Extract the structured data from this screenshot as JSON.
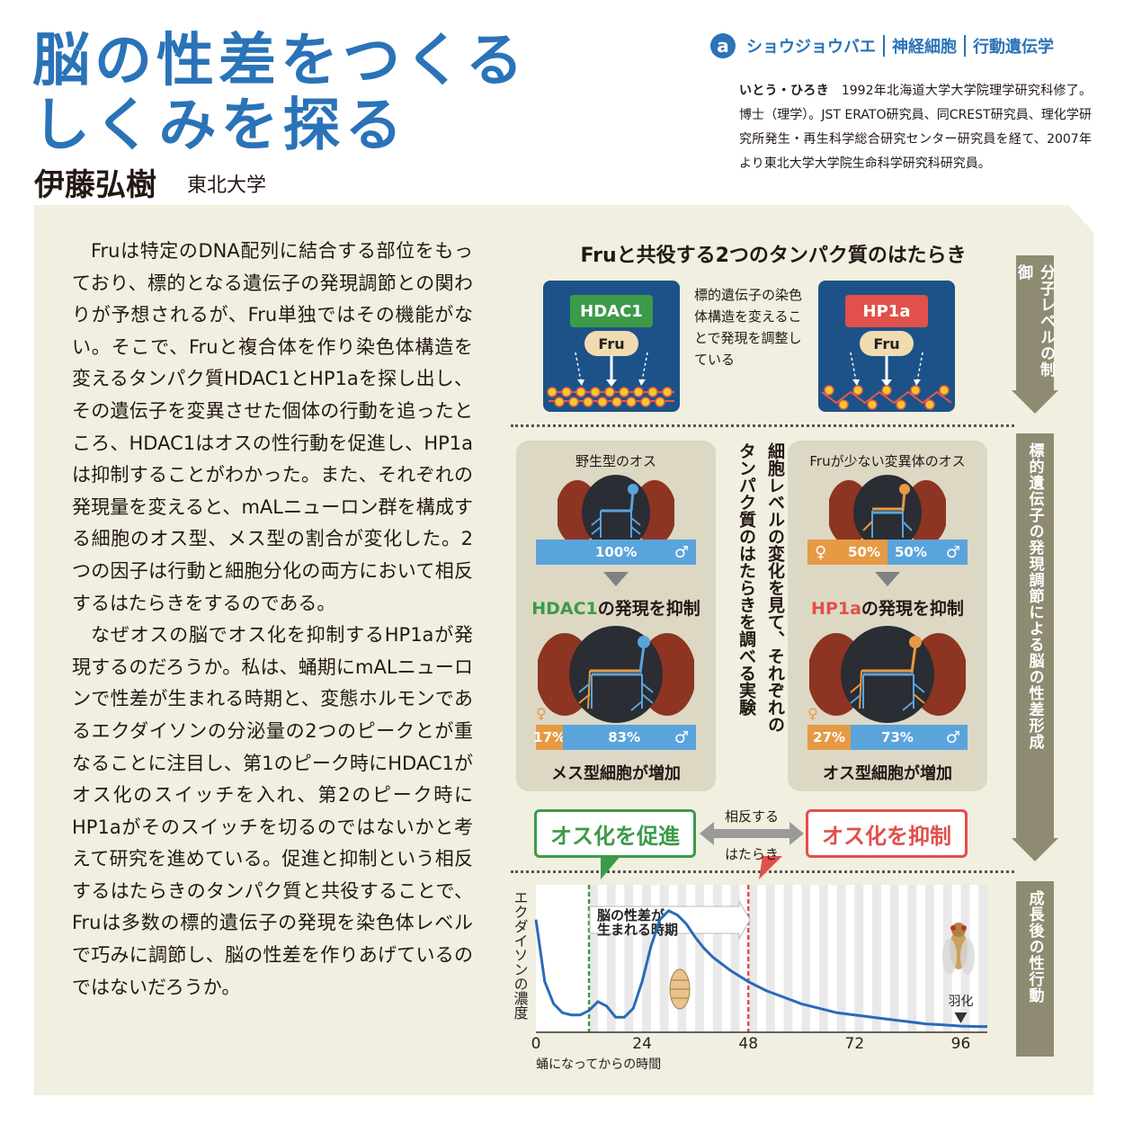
{
  "header": {
    "title_line1": "脳の性差をつくる",
    "title_line2": "しくみを探る",
    "author": "伊藤弘樹",
    "affiliation": "東北大学",
    "logo_letter": "a",
    "categories": [
      "ショウジョウバエ",
      "神経細胞",
      "行動遺伝学"
    ]
  },
  "bio": {
    "name": "いとう・ひろき",
    "text": "1992年北海道大学大学院理学研究科修了。博士（理学）。JST ERATO研究員、同CREST研究員、理化学研究所発生・再生科学総合研究センター研究員を経て、2007年より東北大学大学院生命科学研究科研究員。"
  },
  "body": {
    "p1": "Fruは特定のDNA配列に結合する部位をもっており、標的となる遺伝子の発現調節との関わりが予想されるが、Fru単独ではその機能がない。そこで、Fruと複合体を作り染色体構造を変えるタンパク質HDAC1とHP1aを探し出し、その遺伝子を変異させた個体の行動を追ったところ、HDAC1はオスの性行動を促進し、HP1aは抑制することがわかった。また、それぞれの発現量を変えると、mALニューロン群を構成する細胞のオス型、メス型の割合が変化した。2つの因子は行動と細胞分化の両方において相反するはたらきをするのである。",
    "p2": "なぜオスの脳でオス化を抑制するHP1aが発現するのだろうか。私は、蛹期にmALニューロンで性差が生まれる時期と、変態ホルモンであるエクダイソンの分泌量の2つのピークとが重なることに注目し、第1のピーク時にHDAC1がオス化のスイッチを入れ、第2のピーク時にHP1aがそのスイッチを切るのではないかと考えて研究を進めている。促進と抑制という相反するはたらきのタンパク質と共役することで、Fruは多数の標的遺伝子の発現を染色体レベルで巧みに調節し、脳の性差を作りあげているのではないだろうか。"
  },
  "figure": {
    "title": "Fruと共役する2つのタンパク質のはたらき",
    "hdac1": "HDAC1",
    "hp1a": "HP1a",
    "fru": "Fru",
    "chromatin_note": "標的遺伝子の染色体構造を変えることで発現を調整している",
    "band1": "分子レベルの制御",
    "band2": "標的遺伝子の発現調節による脳の性差形成",
    "band3": "成長後の性行動",
    "vertical_center": "細胞レベルの変化を見て、それぞれのタンパク質のはたらきを調べる実験",
    "left_card": {
      "label": "野生型のオス",
      "bar_top": "100%",
      "arrow_text_highlight": "HDAC1",
      "arrow_text_rest": "の発現を抑制",
      "female_pct": "17%",
      "male_pct": "83%",
      "outcome": "メス型細胞が増加"
    },
    "right_card": {
      "label": "Fruが少ない変異体のオス",
      "bar_top_female": "50%",
      "bar_top_male": "50%",
      "arrow_text_highlight": "HP1a",
      "arrow_text_rest": "の発現を抑制",
      "female_pct": "27%",
      "male_pct": "73%",
      "outcome": "オス型細胞が増加"
    },
    "female_symbol": "♀",
    "male_symbol": "♂",
    "promote": "オス化を促進",
    "suppress": "オス化を抑制",
    "opposite_line1": "相反する",
    "opposite_line2": "はたらき",
    "colors": {
      "green": "#3c9a48",
      "red": "#e1504a",
      "blue": "#5aa4dc",
      "orange": "#e69a44",
      "navy": "#1d5288",
      "band": "#8f8b73"
    }
  },
  "chart_data": {
    "type": "line",
    "xlabel": "蛹になってからの時間",
    "ylabel": "エクダイソンの濃度",
    "x_ticks": [
      0,
      24,
      48,
      72,
      96
    ],
    "xlim": [
      0,
      102
    ],
    "x": [
      0,
      2,
      4,
      6,
      8,
      10,
      12,
      14,
      16,
      18,
      20,
      22,
      24,
      26,
      28,
      30,
      32,
      34,
      36,
      38,
      40,
      44,
      48,
      52,
      56,
      60,
      64,
      68,
      72,
      76,
      80,
      84,
      88,
      92,
      96,
      100,
      102
    ],
    "y": [
      0.5,
      0.22,
      0.12,
      0.08,
      0.07,
      0.07,
      0.09,
      0.13,
      0.11,
      0.06,
      0.06,
      0.1,
      0.22,
      0.38,
      0.5,
      0.54,
      0.52,
      0.48,
      0.42,
      0.37,
      0.33,
      0.27,
      0.22,
      0.18,
      0.15,
      0.12,
      0.1,
      0.08,
      0.07,
      0.06,
      0.05,
      0.04,
      0.03,
      0.025,
      0.02,
      0.018,
      0.018
    ],
    "markers": [
      {
        "x": 12,
        "color": "green"
      },
      {
        "x": 48,
        "color": "red"
      }
    ],
    "annotation": "脳の性差が生まれる時期",
    "eclosion": {
      "x": 96,
      "label": "羽化"
    }
  }
}
